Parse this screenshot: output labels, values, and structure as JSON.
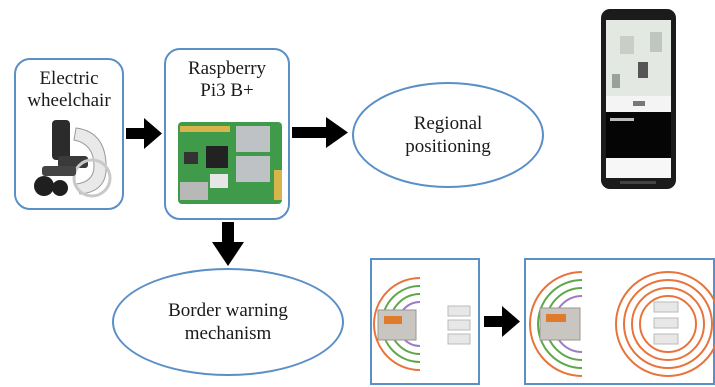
{
  "nodes": {
    "wheelchair": {
      "line1": "Electric",
      "line2": "wheelchair"
    },
    "raspberry": {
      "line1": "Raspberry",
      "line2": "Pi3 B+"
    },
    "regional": {
      "line1": "Regional",
      "line2": "positioning"
    },
    "border": {
      "line1": "Border warning",
      "line2": "mechanism"
    }
  },
  "colors": {
    "box_border": "#5b8fc7",
    "arrow": "#000000",
    "ring_orange": "#e8743b",
    "ring_green": "#5fa84a",
    "ring_purple": "#9b7cc4"
  }
}
